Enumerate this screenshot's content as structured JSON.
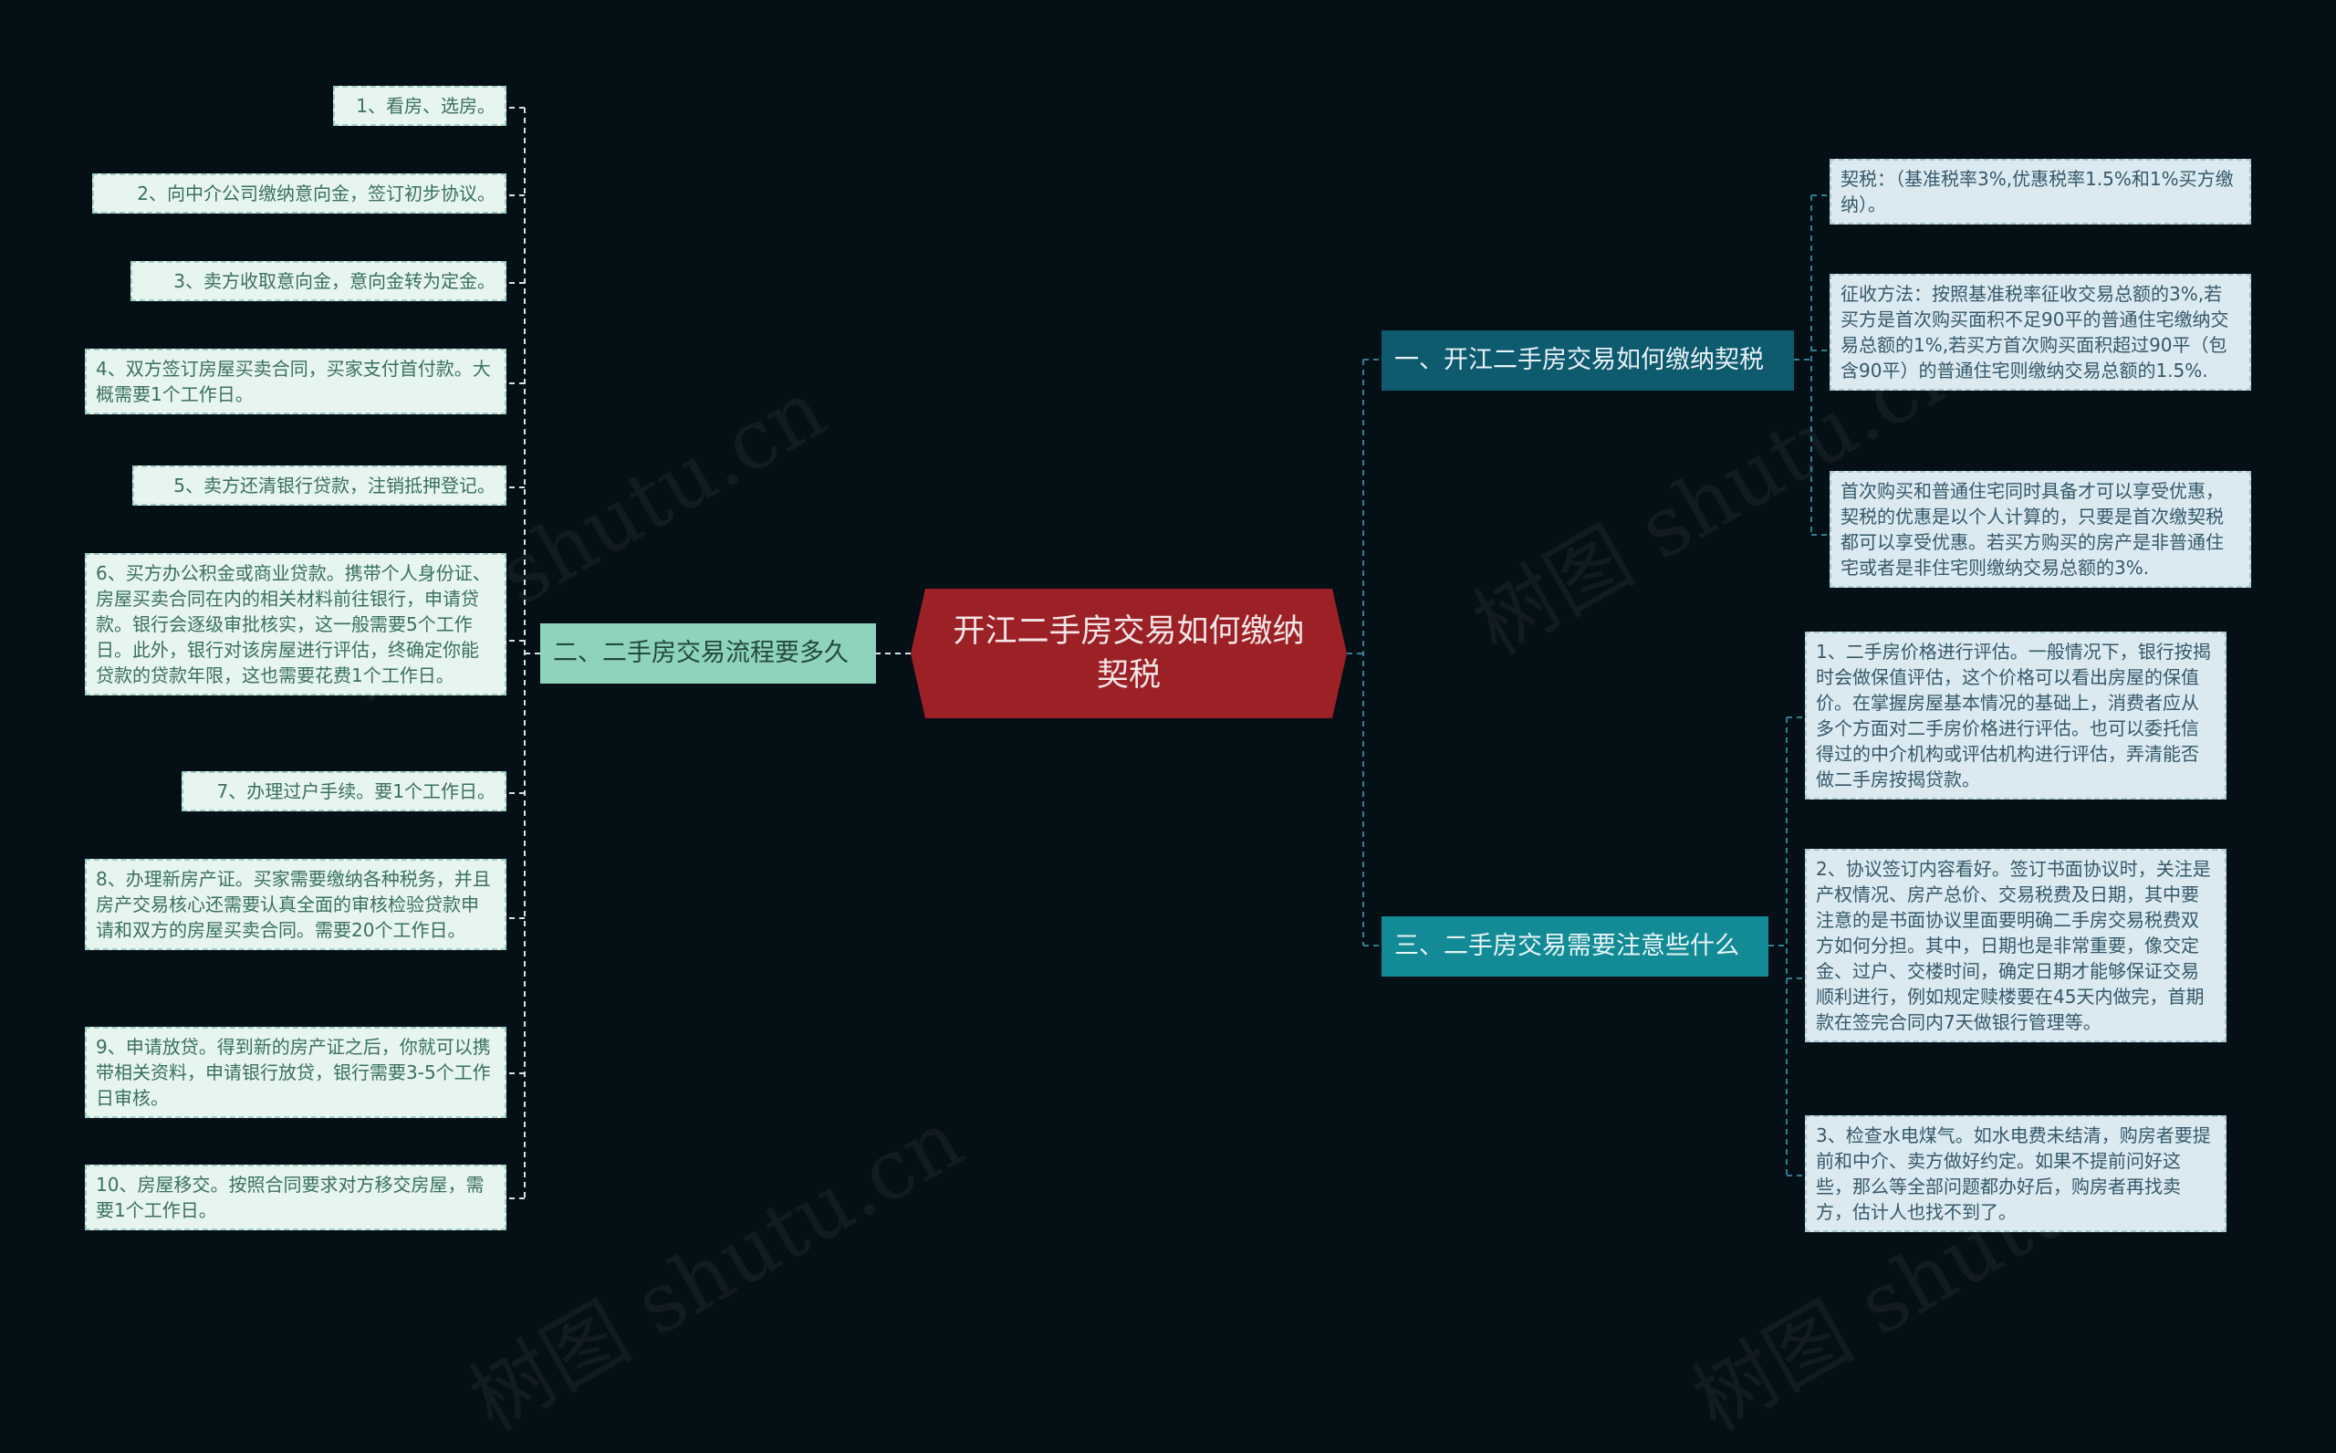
{
  "root": {
    "title": "开江二手房交易如何缴纳契税"
  },
  "branches": {
    "left": {
      "title": "二、二手房交易流程要多久",
      "items": [
        "1、看房、选房。",
        "2、向中介公司缴纳意向金，签订初步协议。",
        "3、卖方收取意向金，意向金转为定金。",
        "4、双方签订房屋买卖合同，买家支付首付款。大概需要1个工作日。",
        "5、卖方还清银行贷款，注销抵押登记。",
        "6、买方办公积金或商业贷款。携带个人身份证、房屋买卖合同在内的相关材料前往银行，申请贷款。银行会逐级审批核实，这一般需要5个工作日。此外，银行对该房屋进行评估，终确定你能贷款的贷款年限，这也需要花费1个工作日。",
        "7、办理过户手续。要1个工作日。",
        "8、办理新房产证。买家需要缴纳各种税务，并且房产交易核心还需要认真全面的审核检验贷款申请和双方的房屋买卖合同。需要20个工作日。",
        "9、申请放贷。得到新的房产证之后，你就可以携带相关资料，申请银行放贷，银行需要3-5个工作日审核。",
        "10、房屋移交。按照合同要求对方移交房屋，需要1个工作日。"
      ]
    },
    "right1": {
      "title": "一、开江二手房交易如何缴纳契税",
      "items": [
        "契税：（基准税率3%,优惠税率1.5%和1%买方缴纳）。",
        "征收方法：按照基准税率征收交易总额的3%,若买方是首次购买面积不足90平的普通住宅缴纳交易总额的1%,若买方首次购买面积超过90平（包含90平）的普通住宅则缴纳交易总额的1.5%.",
        "首次购买和普通住宅同时具备才可以享受优惠，契税的优惠是以个人计算的，只要是首次缴契税都可以享受优惠。若买方购买的房产是非普通住宅或者是非住宅则缴纳交易总额的3%."
      ]
    },
    "right3": {
      "title": "三、二手房交易需要注意些什么",
      "items": [
        "1、二手房价格进行评估。一般情况下，银行按揭时会做保值评估，这个价格可以看出房屋的保值价。在掌握房屋基本情况的基础上，消费者应从多个方面对二手房价格进行评估。也可以委托信得过的中介机构或评估机构进行评估，弄清能否做二手房按揭贷款。",
        "2、协议签订内容看好。签订书面协议时，关注是产权情况、房产总价、交易税费及日期，其中要注意的是书面协议里面要明确二手房交易税费双方如何分担。其中，日期也是非常重要，像交定金、过户、交楼时间，确定日期才能够保证交易顺利进行，例如规定赎楼要在45天内做完，首期款在签完合同内7天做银行管理等。",
        "3、检查水电煤气。如水电费未结清，购房者要提前和中介、卖方做好约定。如果不提前问好这些，那么等全部问题都办好后，购房者再找卖方，估计人也找不到了。"
      ]
    }
  },
  "colors": {
    "background": "#050f16",
    "root": "#9c2127",
    "branch_left": "#8fd3bd",
    "branch_right1": "#0e5a6f",
    "branch_right3": "#138b96"
  }
}
